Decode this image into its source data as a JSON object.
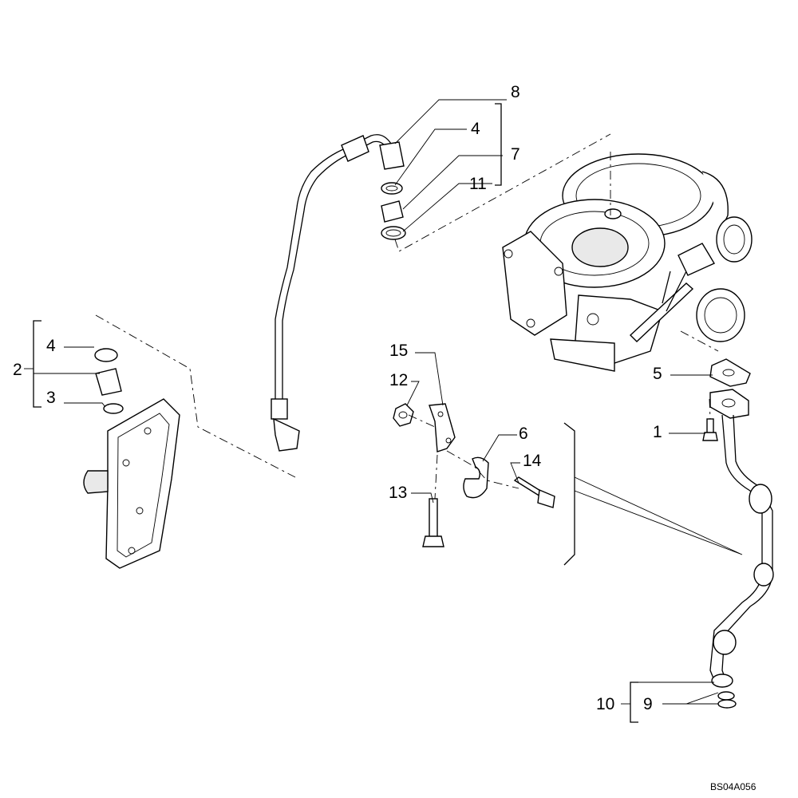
{
  "diagram": {
    "callouts": {
      "c8": "8",
      "c4_top": "4",
      "c7": "7",
      "c11": "11",
      "c4_left": "4",
      "c2": "2",
      "c3": "3",
      "c15": "15",
      "c12": "12",
      "c6": "6",
      "c14": "14",
      "c13": "13",
      "c5": "5",
      "c1": "1",
      "c10": "10",
      "c9": "9"
    },
    "reference_code": "BS04A056"
  }
}
